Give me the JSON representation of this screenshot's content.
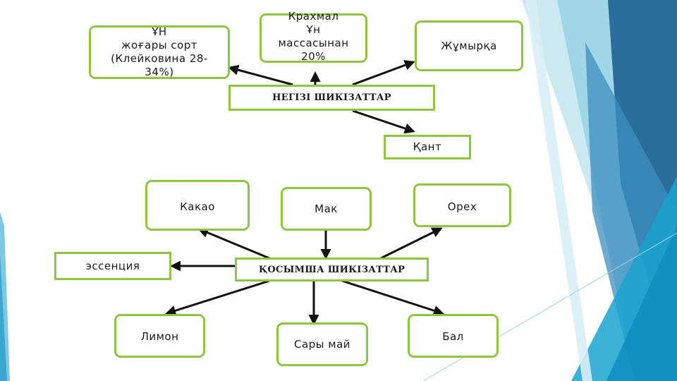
{
  "main_section": {
    "title": "НЕГІЗІ ШИКІЗАТТАР",
    "items": {
      "flour": "ҰН\nжоғары сорт\n(Клейковина 28-\n34%)",
      "starch": "Крахмал\nҰн\nмассасынан\n20%",
      "egg": "Жұмырқа",
      "sugar": "Қант"
    }
  },
  "additional_section": {
    "title": "ҚОСЫМША ШИКІЗАТТАР",
    "items": {
      "cocoa": "Какао",
      "poppy": "Мак",
      "nuts": "Орех",
      "essence": "эссенция",
      "lemon": "Лимон",
      "butter": "Сары май",
      "honey": "Бал"
    }
  },
  "colors": {
    "box_border": "#8dc63f",
    "arrow": "#111111",
    "accent_dark": "#1f5f8b",
    "accent_light": "#5bb4d6"
  }
}
